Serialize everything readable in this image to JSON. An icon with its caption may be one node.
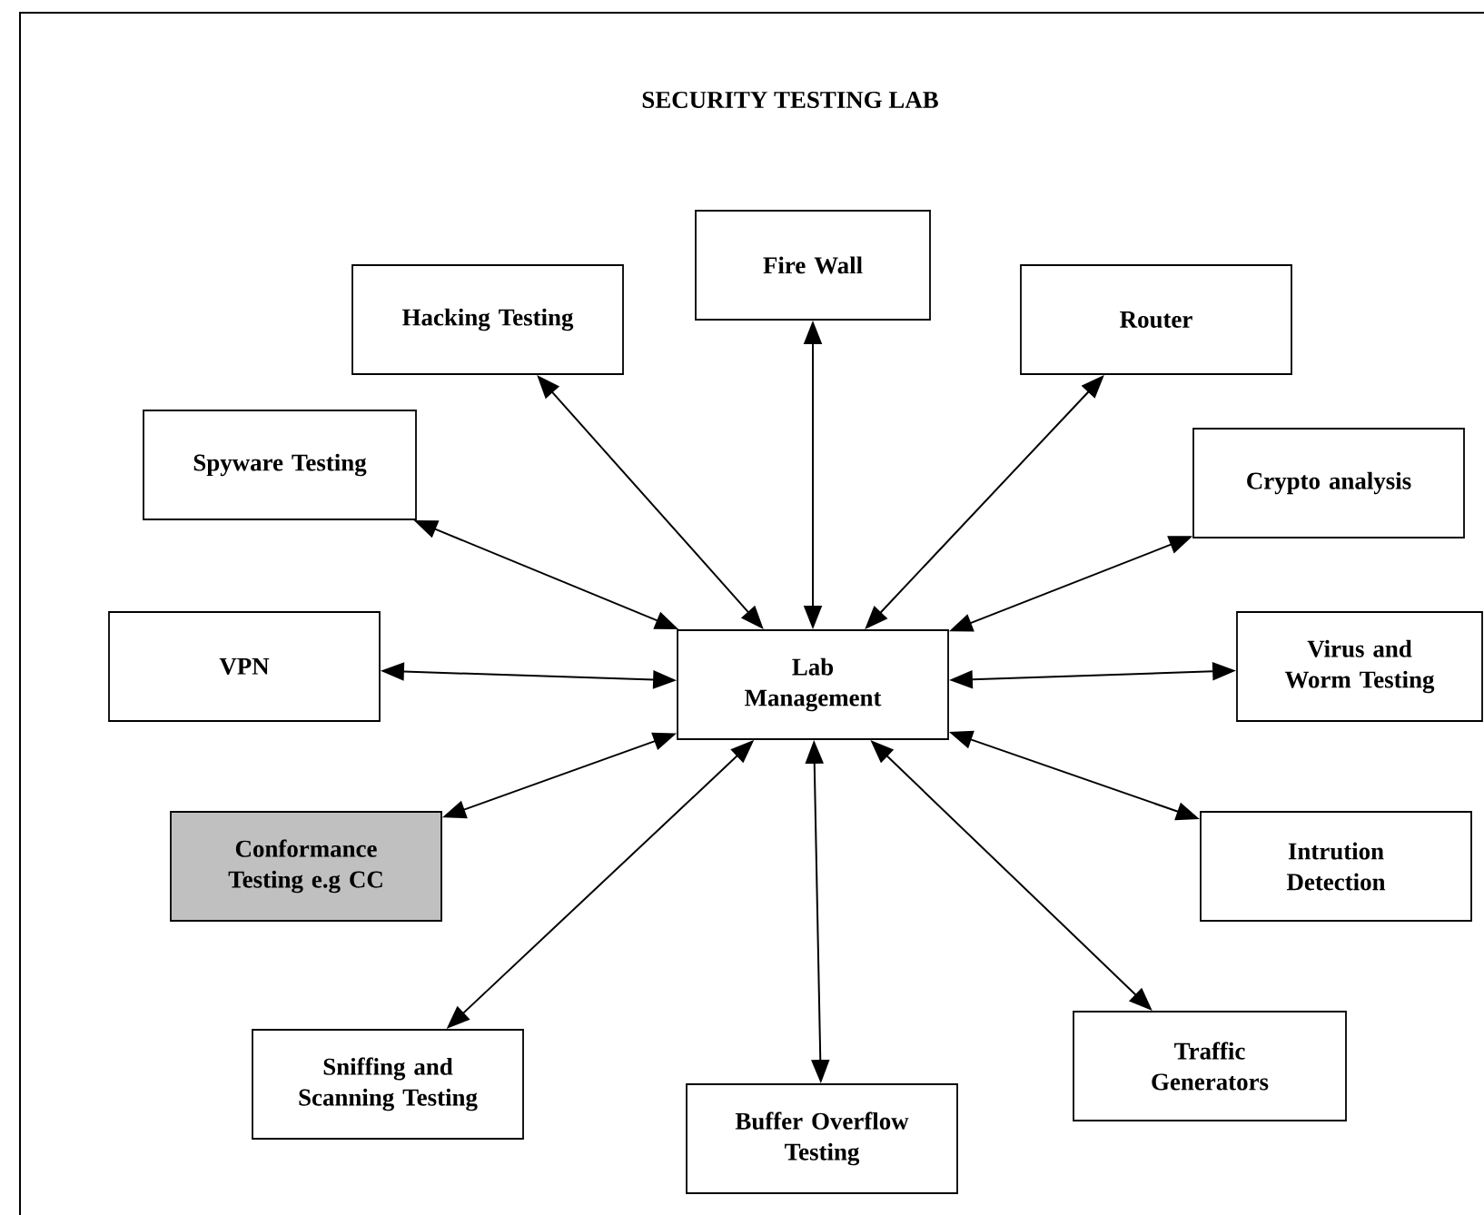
{
  "diagram": {
    "title": "SECURITY TESTING LAB",
    "nodes": [
      {
        "text": [
          "Fire Wall"
        ]
      },
      {
        "text": [
          "Hacking Testing"
        ]
      },
      {
        "text": [
          "Router"
        ]
      },
      {
        "text": [
          "Spyware Testing"
        ]
      },
      {
        "text": [
          "Crypto analysis"
        ]
      },
      {
        "text": [
          "VPN"
        ]
      },
      {
        "text": [
          "Lab Management"
        ]
      },
      {
        "text": [
          "Virus and Worm Testing"
        ]
      },
      {
        "text": [
          "Conformance Testing e.g CC"
        ]
      },
      {
        "text": [
          "Intrution Detection"
        ]
      },
      {
        "text": [
          "Sniffing  and Scanning Testing"
        ]
      },
      {
        "text": [
          "Traffic Generators"
        ]
      },
      {
        "text": [
          "Buffer Overflow Testing"
        ]
      }
    ],
    "edges": [
      {
        "from": 6,
        "to": 0,
        "arrow": "both"
      },
      {
        "from": 6,
        "to": 1,
        "arrow": "both"
      },
      {
        "from": 6,
        "to": 2,
        "arrow": "both"
      },
      {
        "from": 6,
        "to": 3,
        "arrow": "both"
      },
      {
        "from": 6,
        "to": 4,
        "arrow": "both"
      },
      {
        "from": 6,
        "to": 5,
        "arrow": "both"
      },
      {
        "from": 6,
        "to": 7,
        "arrow": "both"
      },
      {
        "from": 6,
        "to": 8,
        "arrow": "both"
      },
      {
        "from": 6,
        "to": 9,
        "arrow": "both"
      },
      {
        "from": 6,
        "to": 10,
        "arrow": "both"
      },
      {
        "from": 6,
        "to": 11,
        "arrow": "both"
      },
      {
        "from": 6,
        "to": 12,
        "arrow": "both"
      }
    ]
  }
}
